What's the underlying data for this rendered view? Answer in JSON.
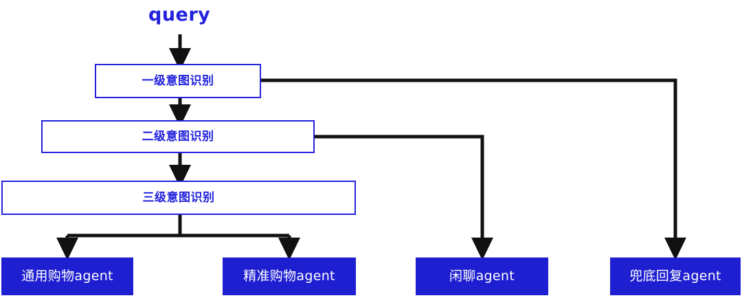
{
  "diagram": {
    "title_label": "query",
    "accent_blue": "#2222dd",
    "fill_blue": "#1f1fd2",
    "edge_color": "#111111",
    "background": "#ffffff",
    "stages": [
      {
        "id": "level1",
        "label": "一级意图识别"
      },
      {
        "id": "level2",
        "label": "二级意图识别"
      },
      {
        "id": "level3",
        "label": "三级意图识别"
      }
    ],
    "agents": [
      {
        "id": "general-shopping",
        "label": "通用购物agent"
      },
      {
        "id": "precise-shopping",
        "label": "精准购物agent"
      },
      {
        "id": "chitchat",
        "label": "闲聊agent"
      },
      {
        "id": "fallback-reply",
        "label": "兜底回复agent"
      }
    ]
  }
}
